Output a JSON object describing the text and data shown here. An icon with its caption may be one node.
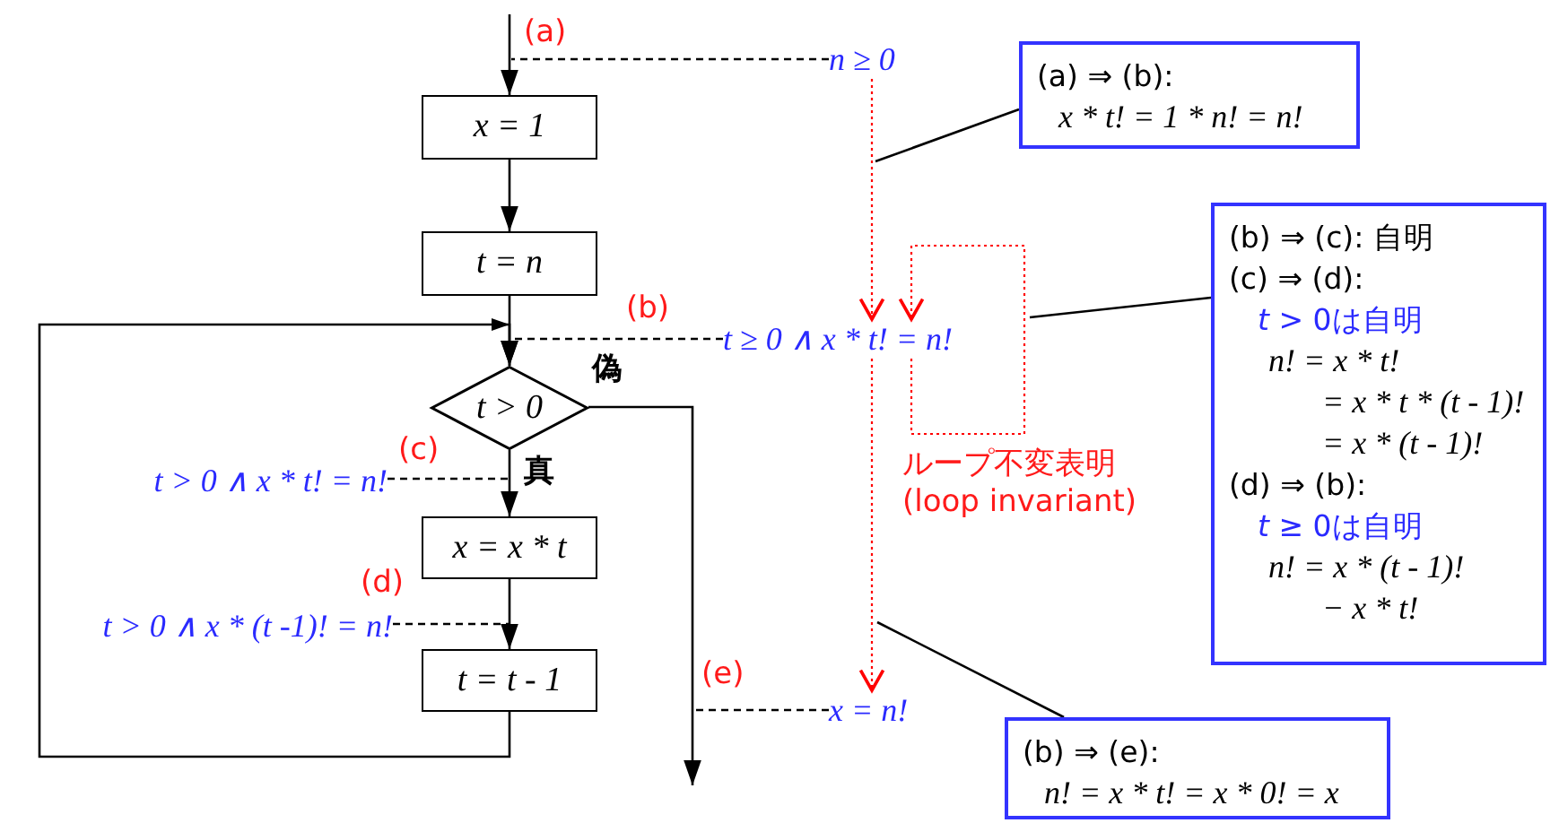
{
  "diagram": {
    "nodes": [
      {
        "text": [
          "x = 1"
        ]
      },
      {
        "text": [
          "t = n"
        ]
      },
      {
        "text": [
          "t > 0"
        ]
      },
      {
        "text": [
          "x = x * t"
        ]
      },
      {
        "text": [
          "t = t - 1"
        ]
      },
      {
        "text": [
          "n ≥ 0"
        ]
      },
      {
        "text": [
          "t ≥ 0 ∧ x * t! = n!"
        ]
      },
      {
        "text": [
          "x = n!"
        ]
      },
      {
        "text": [
          "(a) ⇒ (b):",
          "x * t! = 1 * n! =  n!"
        ]
      },
      {
        "text": [
          "(b) ⇒ (c): 自明",
          "(c) ⇒ (d):",
          "*t* > 0は自明",
          "n! = x * t!",
          "= x * t * (t - 1)!",
          "= x * (t - 1)!",
          "(d) ⇒ (b):",
          "*t* ≥ 0は自明",
          "n! = x * (t - 1)!",
          "− x * t!"
        ]
      },
      {
        "text": [
          "(b) ⇒ (e):",
          "n! = x * t! = x * 0! = x"
        ]
      },
      {
        "text": [
          "t > 0 ∧ x * t! = n!"
        ]
      },
      {
        "text": [
          "t > 0 ∧ x * (t -1)! = n!"
        ]
      }
    ],
    "edges": [
      {
        "from": null,
        "to": 0,
        "arrow": "to"
      },
      {
        "from": 0,
        "to": 1,
        "arrow": "to"
      },
      {
        "from": 1,
        "to": 2,
        "arrow": "to"
      },
      {
        "from": 2,
        "to": 3,
        "arrow": "to",
        "label": "真"
      },
      {
        "from": 3,
        "to": 4,
        "arrow": "to"
      },
      {
        "from": 4,
        "to": 2,
        "arrow": "to"
      },
      {
        "from": 2,
        "to": null,
        "arrow": "to",
        "label": "偽"
      },
      {
        "from": 5,
        "to": null,
        "arrow": "none",
        "style": "dashed"
      },
      {
        "from": 6,
        "to": null,
        "arrow": "none",
        "style": "dashed"
      },
      {
        "from": 11,
        "to": null,
        "arrow": "none",
        "style": "dashed"
      },
      {
        "from": 12,
        "to": null,
        "arrow": "none",
        "style": "dashed"
      },
      {
        "from": 7,
        "to": null,
        "arrow": "none",
        "style": "dashed"
      },
      {
        "from": 5,
        "to": 6,
        "arrow": "to",
        "style": "dashed",
        "color": "#ff0000"
      },
      {
        "from": 6,
        "to": 6,
        "arrow": "to",
        "style": "dashed",
        "color": "#ff0000"
      },
      {
        "from": 6,
        "to": 7,
        "arrow": "to",
        "style": "dashed",
        "color": "#ff0000"
      },
      {
        "from": 8,
        "to": null,
        "arrow": "none"
      },
      {
        "from": 9,
        "to": null,
        "arrow": "none"
      },
      {
        "from": 10,
        "to": null,
        "arrow": "none"
      }
    ],
    "labels": [
      "(a)",
      "(b)",
      "(c)",
      "(d)",
      "(e)",
      "ループ不変表明 (loop invariant)"
    ]
  }
}
